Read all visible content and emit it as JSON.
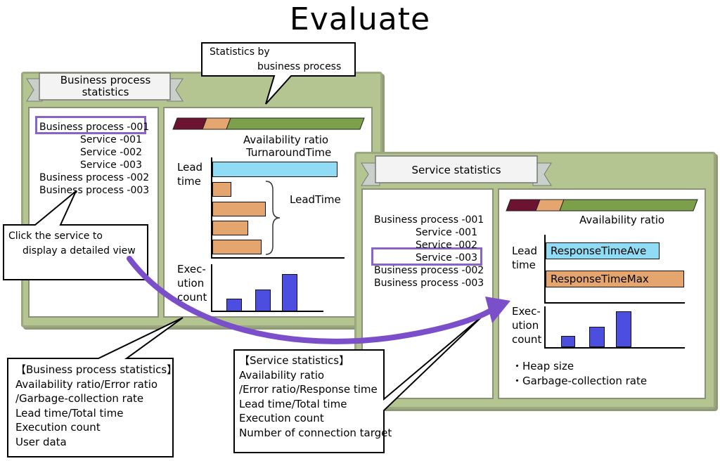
{
  "title": "Evaluate",
  "bp_panel": {
    "banner": "Business process statistics",
    "list": [
      {
        "text": "Business process -001",
        "indent": false,
        "highlight": true
      },
      {
        "text": "Service -001",
        "indent": true
      },
      {
        "text": "Service -002",
        "indent": true
      },
      {
        "text": "Service -003",
        "indent": true
      },
      {
        "text": "Business process -002",
        "indent": false
      },
      {
        "text": "Business process -003",
        "indent": false
      }
    ],
    "chart_title_1": "Availability ratio",
    "chart_title_2": "TurnaroundTime",
    "lead_time_label_1": "Lead",
    "lead_time_label_2": "time",
    "leadtime_brace_label": "LeadTime",
    "exec_label_1": "Exec-",
    "exec_label_2": "ution",
    "exec_label_3": "count"
  },
  "svc_panel": {
    "banner": "Service statistics",
    "list": [
      {
        "text": "Business process -001",
        "indent": false
      },
      {
        "text": "Service -001",
        "indent": true
      },
      {
        "text": "Service -002",
        "indent": true
      },
      {
        "text": "Service -003",
        "indent": true,
        "highlight": true
      },
      {
        "text": "Business process -002",
        "indent": false
      },
      {
        "text": "Business process -003",
        "indent": false
      }
    ],
    "chart_title": "Availability ratio",
    "lead_time_label_1": "Lead",
    "lead_time_label_2": "time",
    "bar_ave_label": "ResponseTimeAve",
    "bar_max_label": "ResponseTimeMax",
    "exec_label_1": "Exec-",
    "exec_label_2": "ution",
    "exec_label_3": "count",
    "bullets": [
      "・Heap size",
      "・Garbage-collection rate"
    ]
  },
  "callouts": {
    "stats_by_bp_1": "Statistics by",
    "stats_by_bp_2": "business process",
    "click_service_1": "Click the service to",
    "click_service_2": "display a detailed view"
  },
  "info_boxes": {
    "bp_stats": [
      "【Business process statistics】",
      "Availability ratio/Error ratio",
      "/Garbage-collection rate",
      "Lead time/Total time",
      "Execution count",
      "User data"
    ],
    "svc_stats": [
      "【Service statistics】",
      "Availability ratio",
      "/Error ratio/Response time",
      "Lead time/Total time",
      "Execution count",
      "Number of connection target"
    ]
  },
  "colors": {
    "panel_green": "#b5c592",
    "highlight_purple": "#8a63c8",
    "arrow_purple": "#7b4fc9",
    "bar_cyan": "#8fdcf4",
    "bar_orange": "#e5a56e",
    "bar_blue": "#4c4ee0",
    "strip_maroon": "#6b1330",
    "strip_orange": "#e5a56e",
    "strip_green": "#7c9f4a"
  }
}
